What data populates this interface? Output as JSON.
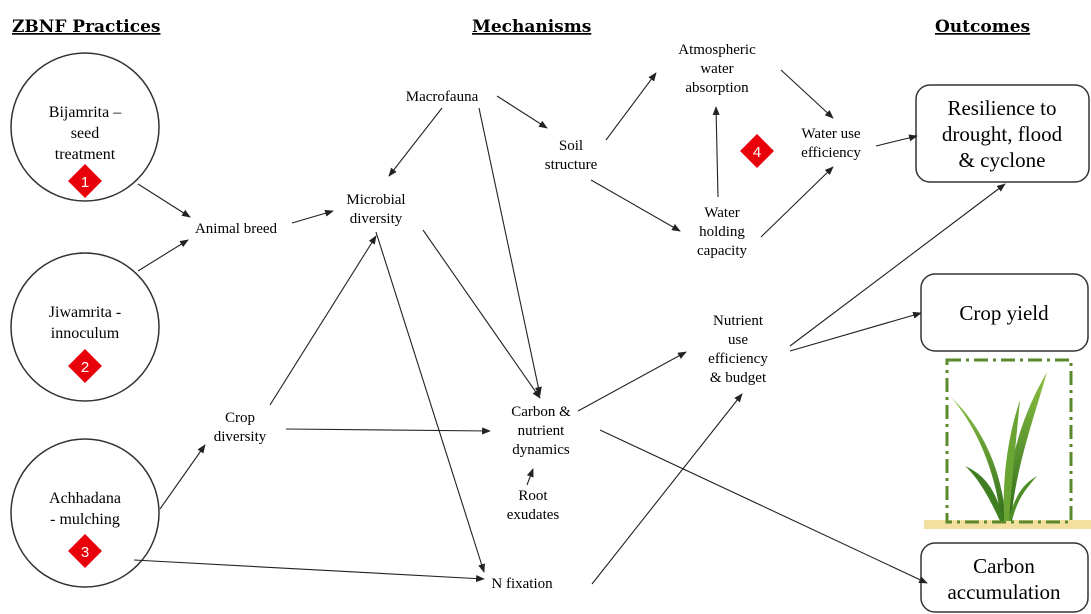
{
  "headers": {
    "practices": "ZBNF Practices",
    "mechanisms": "Mechanisms",
    "outcomes": "Outcomes"
  },
  "practices": [
    {
      "lines": [
        "Bijamrita –",
        "seed",
        "treatment"
      ],
      "number": "1"
    },
    {
      "lines": [
        "Jiwamrita -",
        "innoculum"
      ],
      "number": "2"
    },
    {
      "lines": [
        "Achhadana",
        "- mulching"
      ],
      "number": "3"
    }
  ],
  "mechanisms": {
    "animal_breed": [
      "Animal breed"
    ],
    "macrofauna": [
      "Macrofauna"
    ],
    "microbial_diversity": [
      "Microbial",
      "diversity"
    ],
    "crop_diversity": [
      "Crop",
      "diversity"
    ],
    "soil_structure": [
      "Soil",
      "structure"
    ],
    "atmospheric_water": [
      "Atmospheric",
      "water",
      "absorption"
    ],
    "water_holding": [
      "Water",
      "holding",
      "capacity"
    ],
    "water_use": [
      "Water use",
      "efficiency"
    ],
    "nutrient_use": [
      "Nutrient",
      "use",
      "efficiency",
      "& budget"
    ],
    "carbon_nutrient": [
      "Carbon &",
      "nutrient",
      "dynamics"
    ],
    "root_exudates": [
      "Root",
      "exudates"
    ],
    "n_fixation": [
      "N fixation"
    ],
    "marker_number": "4"
  },
  "outcomes": {
    "resilience": [
      "Resilience to",
      "drought, flood",
      "& cyclone"
    ],
    "crop_yield": [
      "Crop yield"
    ],
    "carbon_accumulation": [
      "Carbon",
      "accumulation"
    ]
  },
  "colors": {
    "marker": "#e8000b",
    "plant_dark": "#2e6b1c",
    "plant_light": "#7fb43c",
    "frame": "#5a8a2b",
    "soil": "#f3dfa0"
  }
}
